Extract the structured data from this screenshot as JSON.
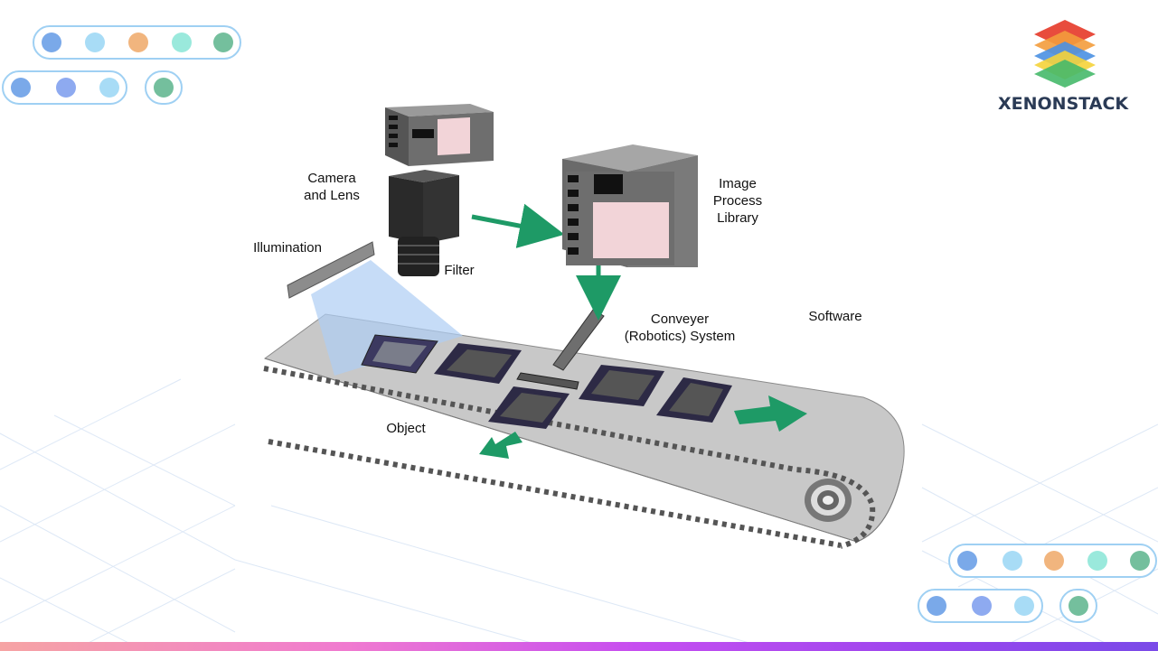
{
  "brand": {
    "name": "XENONSTACK",
    "colors": [
      "#e84c3d",
      "#f39c3c",
      "#4a90e2",
      "#f5d33a",
      "#46b96a"
    ]
  },
  "diagram": {
    "labels": {
      "camera_and_lens_line1": "Camera",
      "camera_and_lens_line2": "and Lens",
      "illumination": "Illumination",
      "filter": "Filter",
      "image_process_line1": "Image",
      "image_process_line2": "Process",
      "image_process_line3": "Library",
      "conveyer_line1": "Conveyer",
      "conveyer_line2": "(Robotics) System",
      "software": "Software",
      "object": "Object"
    },
    "colors": {
      "arrow": "#1e9a66",
      "device_body": "#6e6e6e",
      "screen": "#f2d4d8",
      "belt": "#b9b9b9",
      "object": "#2d2a45",
      "light": "#aecdf3"
    }
  },
  "decor": {
    "dot_colors": [
      "#6fa6e8",
      "#a7dcf6",
      "#f2b57a",
      "#98e8dc",
      "#6fbd9a",
      "#8eaaf0"
    ]
  }
}
